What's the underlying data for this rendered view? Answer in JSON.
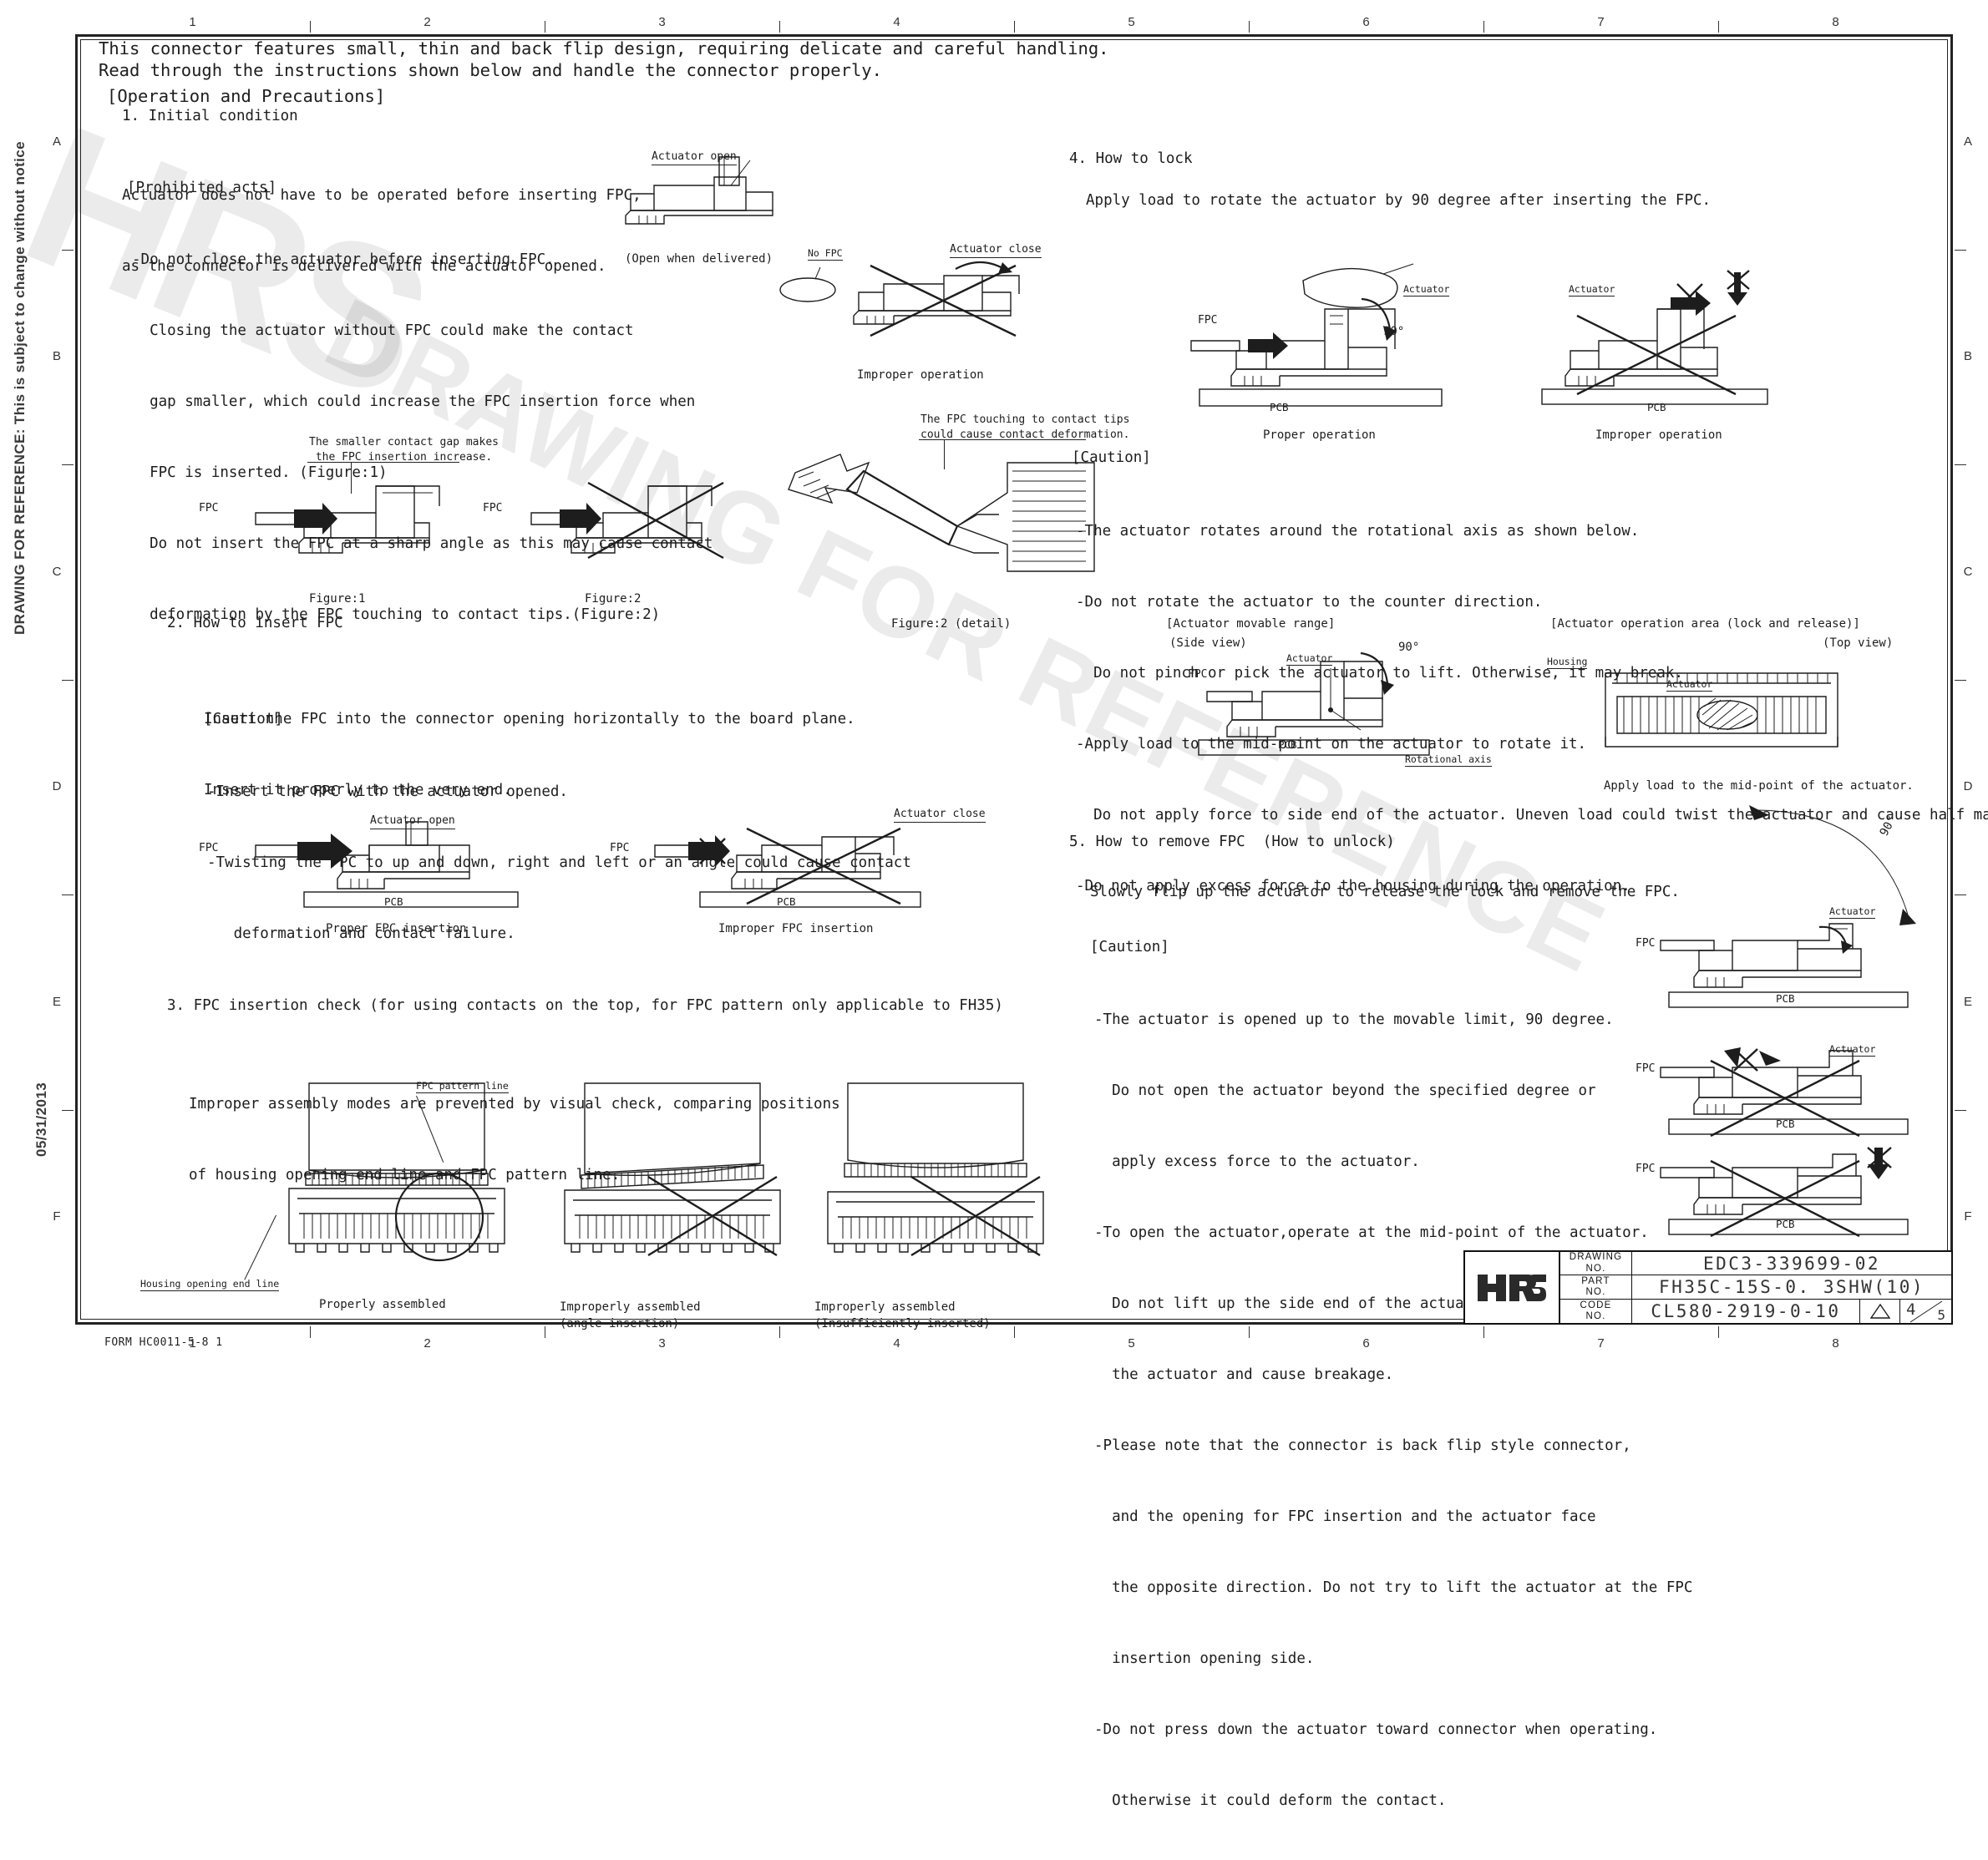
{
  "margin_note": {
    "line1": "DRAWING FOR REFERENCE: This is subject to change without notice",
    "line2": "05/31/2013"
  },
  "watermark": {
    "logo": "HRS",
    "text": "DRAWING FOR REFERENCE"
  },
  "rulers": {
    "columns": [
      "1",
      "2",
      "3",
      "4",
      "5",
      "6",
      "7",
      "8"
    ],
    "rows": [
      "A",
      "B",
      "C",
      "D",
      "E",
      "F"
    ]
  },
  "header": {
    "line1": "This connector features small, thin and back flip design, requiring delicate and careful handling.",
    "line2": "Read through the instructions shown below and handle the connector properly.",
    "section_title": "[Operation and Precautions]"
  },
  "sections": {
    "s1": {
      "heading": "1. Initial condition",
      "body": [
        "Actuator does not have to be operated before inserting FPC,",
        "as the connector is delivered with the actuator opened."
      ],
      "prohibited_title": "[Prohibited acts]",
      "prohibited": [
        "-Do not close the actuator before inserting FPC.",
        "  Closing the actuator without FPC could make the contact",
        "  gap smaller, which could increase the FPC insertion force when",
        "  FPC is inserted. (Figure:1)",
        "  Do not insert the FPC at a sharp angle as this may cause contact",
        "  deformation by the FPC touching to contact tips.(Figure:2)"
      ]
    },
    "s2": {
      "heading": "2. How to insert FPC",
      "body": [
        "Insert the FPC into the connector opening horizontally to the board plane.",
        "Insert it properly to the very end."
      ],
      "caution_title": "[Caution]",
      "caution": [
        "-Insert the FPC with the actuator opened.",
        "-Twisting the FPC to up and down, right and left or an angle could cause contact",
        "   deformation and contact failure."
      ]
    },
    "s3": {
      "heading": "3. FPC insertion check (for using contacts on the top, for FPC pattern only applicable to FH35)",
      "body": [
        "Improper assembly modes are prevented by visual check, comparing positions",
        "of housing opening end line and FPC pattern line."
      ]
    },
    "s4": {
      "heading": "4. How to lock",
      "body": [
        "Apply load to rotate the actuator by 90 degree after inserting the FPC."
      ],
      "caution_title": "[Caution]",
      "caution": [
        "-The actuator rotates around the rotational axis as shown below.",
        "-Do not rotate the actuator to the counter direction.",
        "  Do not pinch or pick the actuator to lift. Otherwise, it may break.",
        "-Apply load to the mid-point on the actuator to rotate it.",
        "  Do not apply force to side end of the actuator. Uneven load could twist the actuator and cause half mating.",
        "-Do not apply excess force to the housing during the operation."
      ]
    },
    "s5": {
      "heading": "5. How to remove FPC  (How to unlock)",
      "body": [
        "Slowly flip up the actuator to release the lock and remove the FPC."
      ],
      "caution_title": "[Caution]",
      "caution": [
        "-The actuator is opened up to the movable limit, 90 degree.",
        "  Do not open the actuator beyond the specified degree or",
        "  apply excess force to the actuator.",
        "-To open the actuator,operate at the mid-point of the actuator.",
        "  Do not lift up the side end of the actuator, or it may twist",
        "  the actuator and cause breakage.",
        "-Please note that the connector is back flip style connector,",
        "  and the opening for FPC insertion and the actuator face",
        "  the opposite direction. Do not try to lift the actuator at the FPC",
        "  insertion opening side.",
        "-Do not press down the actuator toward connector when operating.",
        "  Otherwise it could deform the contact."
      ]
    }
  },
  "figure_labels": {
    "actuator_open": "Actuator open",
    "open_when_delivered": "(Open when delivered)",
    "no_fpc": "No FPC",
    "actuator_close": "Actuator close",
    "improper_operation": "Improper operation",
    "smaller_gap_note": "The smaller contact gap makes\nthe FPC insertion increase.",
    "fpc": "FPC",
    "figure1": "Figure:1",
    "figure2": "Figure:2",
    "figure2_detail": "Figure:2 (detail)",
    "contact_tips_note": "The FPC touching to contact tips\ncould cause contact deformation.",
    "proper_fpc_insertion": "Proper FPC insertion",
    "improper_fpc_insertion": "Improper FPC insertion",
    "pcb": "PCB",
    "fpc_pattern_line": "FPC pattern line",
    "housing_opening_end_line": "Housing opening end line",
    "properly_assembled": "Properly assembled",
    "improperly_assembled_angle": "Improperly assembled\n(angle insertion)",
    "improperly_assembled_insufficient": "Improperly assembled\n(Insufficiently inserted)",
    "actuator": "Actuator",
    "deg90": "90°",
    "proper_operation": "Proper operation",
    "movable_range": "[Actuator movable range]",
    "side_view": "(Side view)",
    "rotational_axis": "Rotational axis",
    "operation_area": "[Actuator operation area (lock and release)]",
    "top_view": "(Top view)",
    "housing": "Housing",
    "apply_midpoint": "Apply load to the mid-point of the actuator."
  },
  "title_block": {
    "drawing_no_label_1": "DRAWING",
    "drawing_no_label_2": "NO.",
    "drawing_no": "EDC3-339699-02",
    "part_no_label_1": "PART",
    "part_no_label_2": "NO.",
    "part_no": "FH35C-15S-0. 3SHW(10)",
    "code_no_label_1": "CODE",
    "code_no_label_2": "NO.",
    "code_no": "CL580-2919-0-10",
    "page_current": "4",
    "page_total": "5",
    "logo": "HRS"
  },
  "form_no": "FORM HC0011-5-8  1"
}
